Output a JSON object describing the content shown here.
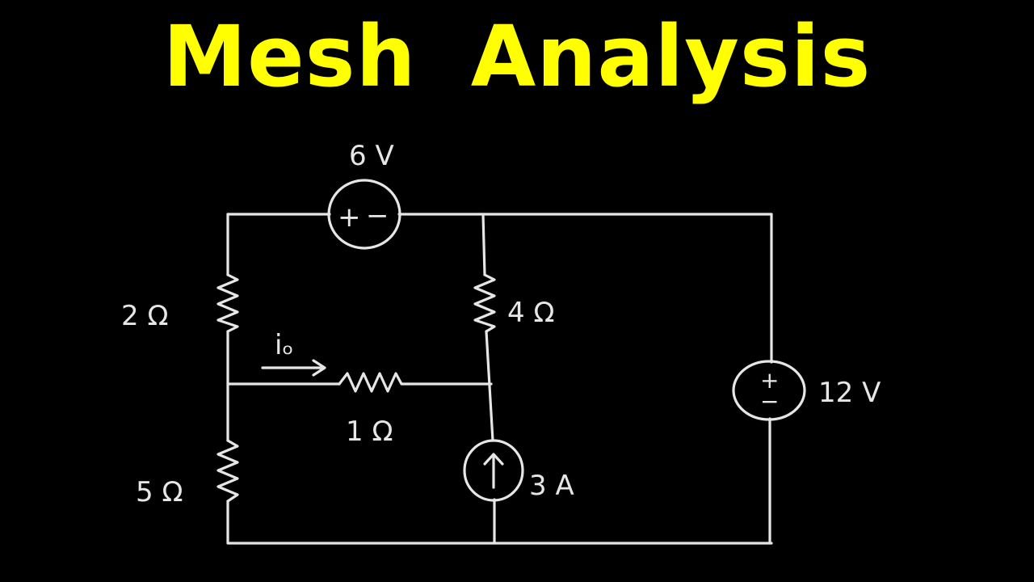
{
  "title": "Mesh Analysis",
  "colors": {
    "title": "#ffff00",
    "background": "#000000",
    "ink": "#e6e6e6"
  },
  "circuit": {
    "components": [
      {
        "id": "v1",
        "type": "voltage-source",
        "label": "6 V",
        "polarity": "+ -",
        "branch": "top-left"
      },
      {
        "id": "r1",
        "type": "resistor",
        "label": "2 Ω",
        "branch": "left-upper"
      },
      {
        "id": "r2",
        "type": "resistor",
        "label": "4 Ω",
        "branch": "middle-upper"
      },
      {
        "id": "r3",
        "type": "resistor",
        "label": "1 Ω",
        "branch": "middle-horizontal"
      },
      {
        "id": "r4",
        "type": "resistor",
        "label": "5 Ω",
        "branch": "left-lower"
      },
      {
        "id": "i1",
        "type": "current-source",
        "label": "3 A",
        "direction": "up",
        "branch": "middle-lower"
      },
      {
        "id": "v2",
        "type": "voltage-source",
        "label": "12 V",
        "polarity": "±",
        "branch": "right"
      }
    ],
    "current_label": {
      "name": "io",
      "direction": "right"
    },
    "labels": {
      "v1": "6 V",
      "r1": "2 Ω",
      "r2": "4 Ω",
      "r3": "1 Ω",
      "r4": "5 Ω",
      "i1": "3 A",
      "v2": "12 V",
      "io": "iₒ",
      "v1_plus": "+",
      "v1_minus": "−",
      "v2_plus": "+",
      "v2_minus": "−"
    }
  }
}
